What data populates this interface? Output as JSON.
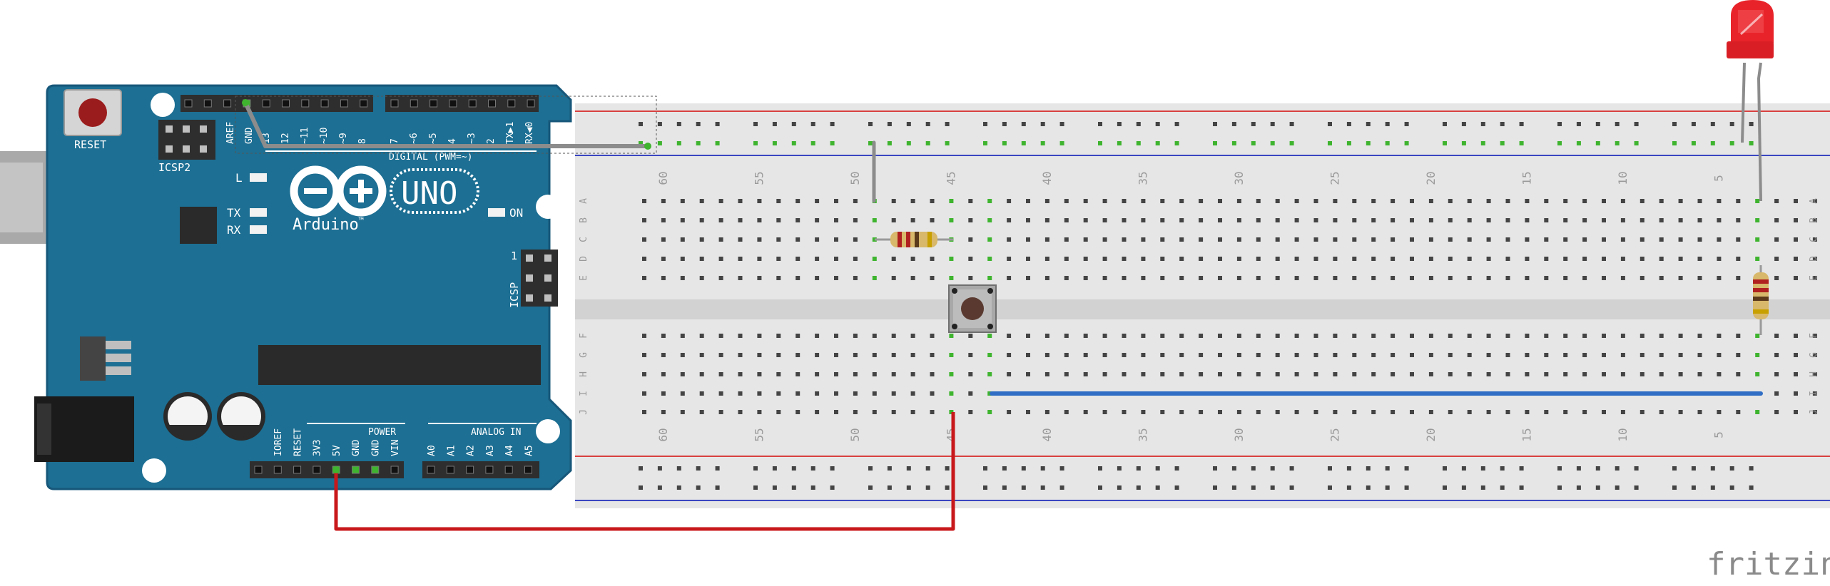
{
  "arduino": {
    "reset_label": "RESET",
    "icsp2_label": "ICSP2",
    "icsp_label": "ICSP",
    "icsp_pin1": "1",
    "aref_label": "AREF",
    "gnd_label": "GND",
    "digital_label": "DIGITAL (PWM=~)",
    "top_pins": [
      "13",
      "12",
      "~11",
      "~10",
      "~9",
      "8",
      "7",
      "~6",
      "~5",
      "4",
      "~3",
      "2",
      "TX▶1",
      "RX◀0"
    ],
    "l_label": "L",
    "tx_label": "TX",
    "rx_label": "RX",
    "on_label": "ON",
    "brand": "Arduino",
    "tm": "™",
    "model": "UNO",
    "power_label": "POWER",
    "analog_label": "ANALOG IN",
    "power_pins": [
      "IOREF",
      "RESET",
      "3V3",
      "5V",
      "GND",
      "GND",
      "VIN"
    ],
    "analog_pins": [
      "A0",
      "A1",
      "A2",
      "A3",
      "A4",
      "A5"
    ]
  },
  "breadboard": {
    "col_numbers": [
      "60",
      "55",
      "50",
      "45",
      "40",
      "35",
      "30",
      "25",
      "20",
      "15",
      "10",
      "5"
    ],
    "rows_top": [
      "A",
      "B",
      "C",
      "D",
      "E"
    ],
    "rows_bottom": [
      "F",
      "G",
      "H",
      "I",
      "J"
    ]
  },
  "watermark": "fritzing",
  "colors": {
    "board": "#1d6f93",
    "board_edge": "#16577a",
    "breadboard": "#e6e6e6",
    "wire_red": "#c8181b",
    "wire_blue": "#2f6ec4",
    "wire_gray": "#8c8c8c",
    "led": "#e8242a",
    "hole_active": "#3fb42f"
  }
}
